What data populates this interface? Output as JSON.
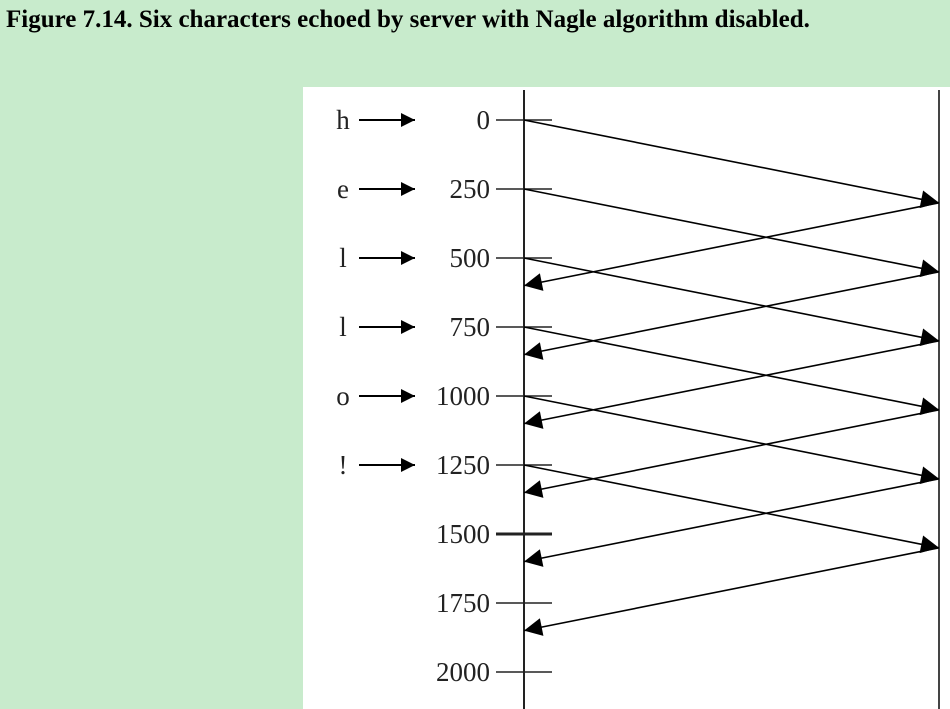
{
  "caption": "Figure 7.14. Six characters echoed by server with Nagle algorithm disabled.",
  "timeline": {
    "ticks": [
      {
        "label": "0",
        "value": 0
      },
      {
        "label": "250",
        "value": 250
      },
      {
        "label": "500",
        "value": 500
      },
      {
        "label": "750",
        "value": 750
      },
      {
        "label": "1000",
        "value": 1000
      },
      {
        "label": "1250",
        "value": 1250
      },
      {
        "label": "1500",
        "value": 1500
      },
      {
        "label": "1750",
        "value": 1750
      },
      {
        "label": "2000",
        "value": 2000
      }
    ],
    "characters": [
      {
        "char": "h",
        "time": 0
      },
      {
        "char": "e",
        "time": 250
      },
      {
        "char": "l",
        "time": 500
      },
      {
        "char": "l",
        "time": 750
      },
      {
        "char": "o",
        "time": 1000
      },
      {
        "char": "!",
        "time": 1250
      }
    ],
    "segments_to_server": [
      {
        "send": 0,
        "arrive": 300
      },
      {
        "send": 250,
        "arrive": 550
      },
      {
        "send": 500,
        "arrive": 800
      },
      {
        "send": 750,
        "arrive": 1050
      },
      {
        "send": 1000,
        "arrive": 1300
      },
      {
        "send": 1250,
        "arrive": 1550
      }
    ],
    "echoes_to_client": [
      {
        "send": 300,
        "arrive": 600
      },
      {
        "send": 550,
        "arrive": 850
      },
      {
        "send": 800,
        "arrive": 1100
      },
      {
        "send": 1050,
        "arrive": 1350
      },
      {
        "send": 1300,
        "arrive": 1600
      },
      {
        "send": 1550,
        "arrive": 1850
      }
    ]
  }
}
